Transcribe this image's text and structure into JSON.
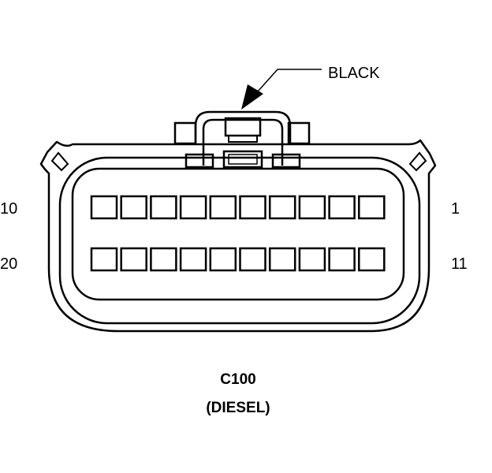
{
  "connector": {
    "color_label": "BLACK",
    "pin_labels": {
      "top_left": "10",
      "top_right": "1",
      "bottom_left": "20",
      "bottom_right": "11"
    },
    "name": "C100",
    "variant": "(DIESEL)",
    "pin_rows": 2,
    "pins_per_row": 10
  }
}
